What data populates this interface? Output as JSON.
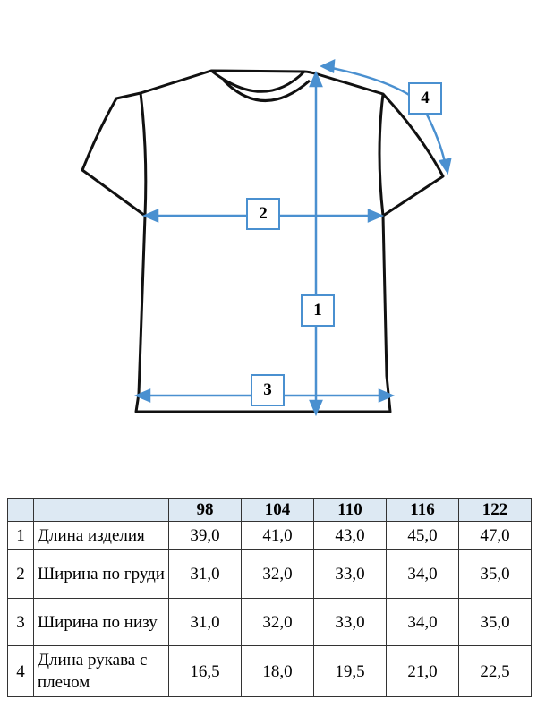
{
  "diagram": {
    "labels": [
      "1",
      "2",
      "3",
      "4"
    ],
    "line_color": "#4a90d0"
  },
  "table": {
    "header": [
      "",
      "",
      "98",
      "104",
      "110",
      "116",
      "122"
    ],
    "header_bg": "#dde9f3",
    "rows": [
      {
        "num": "1",
        "name": "Длина изделия",
        "values": [
          "39,0",
          "41,0",
          "43,0",
          "45,0",
          "47,0"
        ]
      },
      {
        "num": "2",
        "name": "Ширина по груди",
        "values": [
          "31,0",
          "32,0",
          "33,0",
          "34,0",
          "35,0"
        ]
      },
      {
        "num": "3",
        "name": "Ширина по низу",
        "values": [
          "31,0",
          "32,0",
          "33,0",
          "34,0",
          "35,0"
        ]
      },
      {
        "num": "4",
        "name": "Длина рукава с плечом",
        "values": [
          "16,5",
          "18,0",
          "19,5",
          "21,0",
          "22,5"
        ]
      }
    ]
  }
}
